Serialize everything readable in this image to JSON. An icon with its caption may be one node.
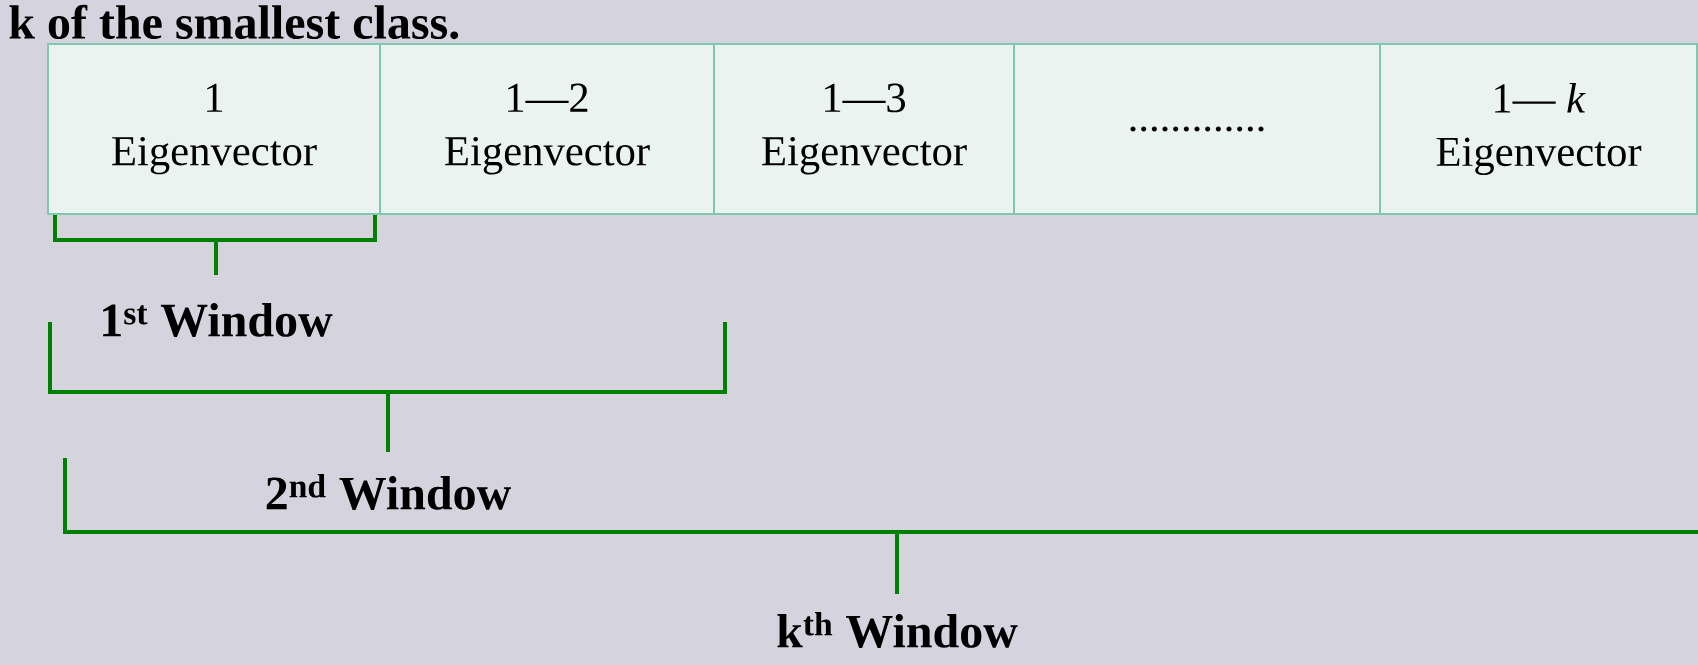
{
  "diagram": {
    "nodes": [
      {
        "text": [
          "1",
          "Eigenvector"
        ]
      },
      {
        "text": [
          "1—2",
          "Eigenvector"
        ]
      },
      {
        "text": [
          "1—3",
          "Eigenvector"
        ]
      },
      {
        "text": [
          "............."
        ]
      },
      {
        "text": [
          "1— *k*",
          "Eigenvector"
        ]
      }
    ],
    "labels": [
      "k of the smallest class.",
      "1$^{st}$ Window",
      "2$^{nd}$ Window",
      "k$^{th}$ Window"
    ]
  }
}
